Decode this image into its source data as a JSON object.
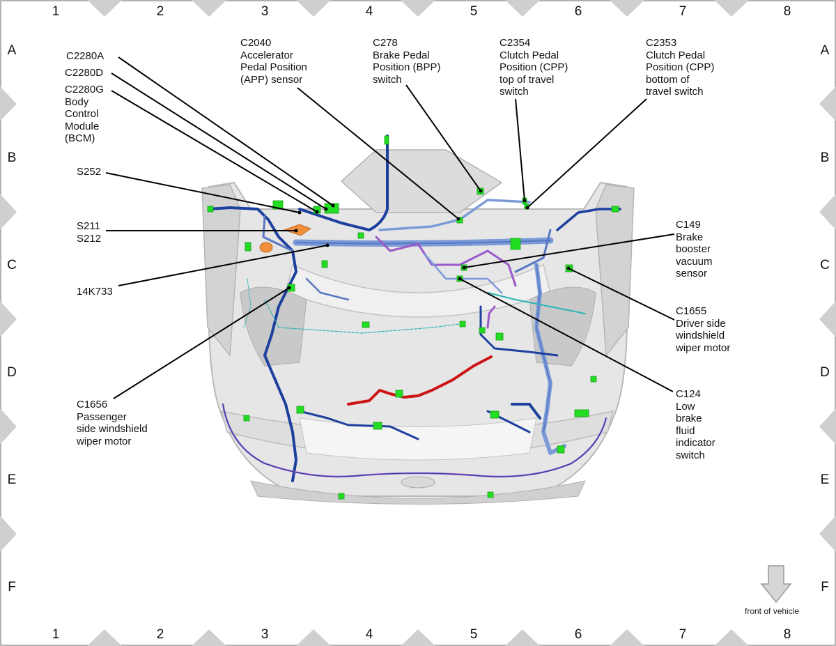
{
  "grid": {
    "columns": [
      "1",
      "2",
      "3",
      "4",
      "5",
      "6",
      "7",
      "8"
    ],
    "rows": [
      "A",
      "B",
      "C",
      "D",
      "E",
      "F"
    ]
  },
  "labels": {
    "c2280a": "C2280A",
    "c2280d": "C2280D",
    "c2280g": "C2280G\nBody\nControl\nModule\n(BCM)",
    "s252": "S252",
    "s211": "S211\nS212",
    "k14k733": "14K733",
    "c1656": "C1656\nPassenger\nside windshield\nwiper motor",
    "c2040": "C2040\nAccelerator\nPedal Position\n(APP) sensor",
    "c278": "C278\nBrake Pedal\nPosition (BPP)\nswitch",
    "c2354": "C2354\nClutch Pedal\nPosition (CPP)\ntop of travel\nswitch",
    "c2353": "C2353\nClutch Pedal\nPosition (CPP)\nbottom of\ntravel switch",
    "c149": "C149\nBrake\nbooster\nvacuum\nsensor",
    "c1655": "C1655\nDriver side\nwindshield\nwiper motor",
    "c124": "C124\nLow\nbrake\nfluid\nindicator\nswitch"
  },
  "front_indicator": "front of vehicle",
  "colors": {
    "harness_light": "#7b9ad8",
    "harness_dark": "#1d3f9e",
    "harness_purple": "#9b59c9",
    "harness_red": "#cc1414",
    "harness_cyan": "#2bb5b5",
    "connector": "#22dd22",
    "splice": "#f0903c",
    "body": "#d6d6d6"
  }
}
